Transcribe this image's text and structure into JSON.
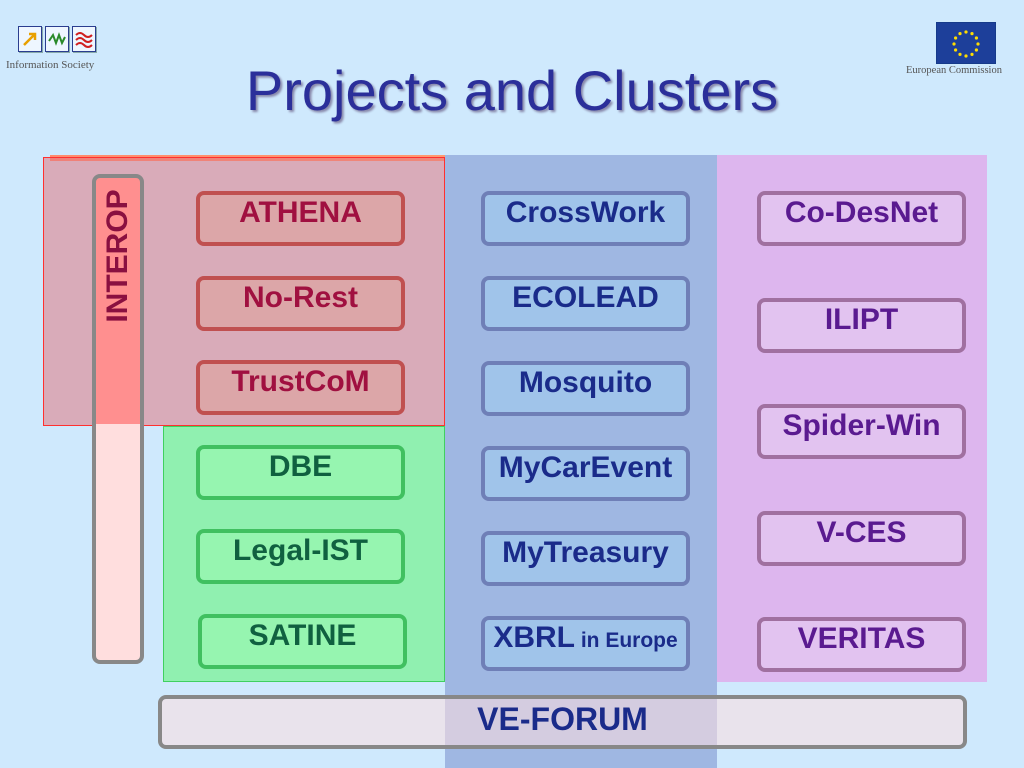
{
  "header": {
    "title": "Projects and Clusters",
    "logo_left_caption": "Information Society",
    "logo_right_caption": "European Commission"
  },
  "interop": {
    "label": "INTEROP"
  },
  "columns": {
    "red": [
      "ATHENA",
      "No-Rest",
      "TrustCoM"
    ],
    "green": [
      "DBE",
      "Legal-IST",
      "SATINE"
    ],
    "blue": [
      "CrossWork",
      "ECOLEAD",
      "Mosquito",
      "MyCarEvent",
      "MyTreasury"
    ],
    "blue_last": {
      "main": "XBRL",
      "suffix": " in Europe"
    },
    "purple": [
      "Co-DesNet",
      "ILIPT",
      "Spider-Win",
      "V-CES",
      "VERITAS"
    ]
  },
  "footer": {
    "forum": "VE-FORUM"
  },
  "colors": {
    "background": "#cfe9fd",
    "title": "#2b2f9a",
    "red_panel": "#e07882",
    "green_panel": "#90f0b0",
    "blue_panel": "#9fb7e2",
    "purple_panel": "#ddb6ee"
  },
  "icons": [
    "information-society-logo",
    "european-union-flag"
  ]
}
